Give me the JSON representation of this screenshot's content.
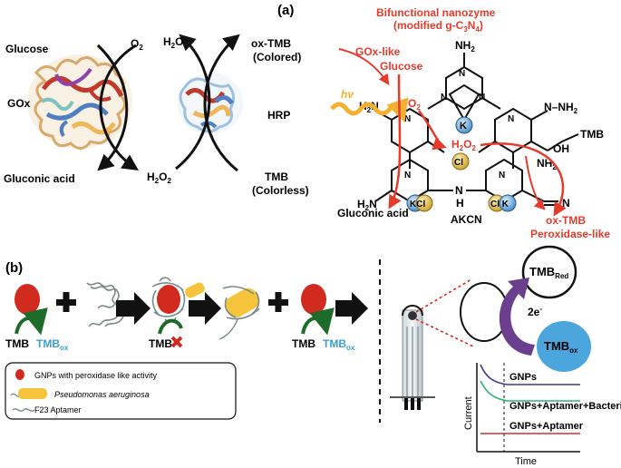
{
  "panel_a": {
    "label": "(a)",
    "left": {
      "glucose": "Glucose",
      "o2": "O",
      "o2_sub": "2",
      "gox": "GOx",
      "gluconic": "Gluconic acid",
      "h2o2": "H",
      "h2o2_s1": "2",
      "h2o2_o": "O",
      "h2o2_s2": "2",
      "h2o": "H",
      "h2o_sub": "2",
      "h2o_o": "O",
      "oxtmb": "ox-TMB",
      "colored": "(Colored)",
      "hrp": "HRP",
      "tmb": "TMB",
      "colorless": "(Colorless)"
    },
    "right": {
      "title1": "Bifunctional nanozyme",
      "title2_pre": "(modified g-C",
      "title2_s1": "3",
      "title2_mid": "N",
      "title2_s2": "4",
      "title2_post": ")",
      "goxlike": "GOx-like",
      "glucose": "Glucose",
      "hv": "hv",
      "o2": "O",
      "o2_sub": "2",
      "h2o2": "H",
      "h2o2_s1": "2",
      "h2o2_o": "O",
      "h2o2_s2": "2",
      "nh2_top": "NH",
      "nh2_top_sub": "2",
      "h2n_left": "H",
      "h2n_left_sub": "2",
      "h2n_left_n": "N",
      "nh_nh2": "N–NH",
      "nh_nh2_sub": "2",
      "h2n_bottom": "H",
      "h2n_bottom_sub": "2",
      "h2n_bottom_n": "N",
      "nh2_right": "NH",
      "nh2_right_sub": "2",
      "oh": "OH",
      "tmb": "TMB",
      "n_bridge": "N",
      "h_bridge": "H",
      "cn": "N",
      "k": "K",
      "cl": "Cl",
      "kcl": "KCl",
      "ck": "Cl K",
      "akcn": "AKCN",
      "gluconic": "Gluconic acid",
      "oxtmb": "ox-TMB",
      "peroxidase": "Peroxidase-like",
      "ring_n": "N"
    }
  },
  "panel_b": {
    "label": "(b)",
    "tmb": "TMB",
    "tmbox": "TMB",
    "tmbox_sub": "ox",
    "legend": {
      "gnps": "GNPs with peroxidase like activity",
      "pseudo": "Pseudomonas aeruginosa",
      "aptamer": "F23 Aptamer"
    },
    "right": {
      "tmbred": "TMB",
      "tmbred_sub": "Red",
      "tmbox": "TMB",
      "tmbox_sub": "ox",
      "electrons": "2e",
      "electrons_sup": "-",
      "gnps": "GNPs",
      "gnps_apt_bact": "GNPs+Aptamer+Bacteria",
      "gnps_apt": "GNPs+Aptamer",
      "ylabel": "Current",
      "xlabel": "Time"
    }
  },
  "colors": {
    "red": "#e53b2c",
    "blue_text": "#3aa0d8",
    "gold": "#f5c43a",
    "teal_plot": "#2db37a",
    "navy_plot": "#3d3d86",
    "red_plot": "#c83232",
    "purple": "#6a3f8d",
    "circle_blue": "#4aa6dc"
  }
}
